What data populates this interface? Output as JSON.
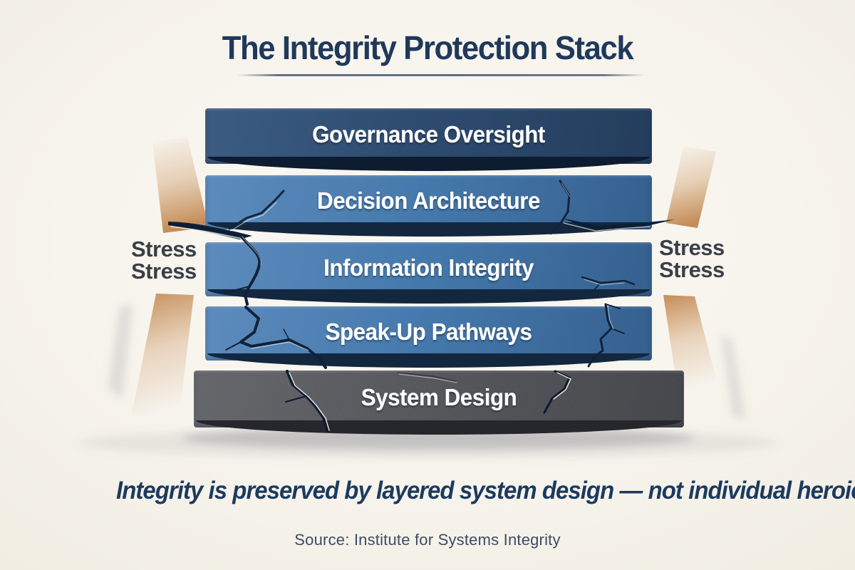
{
  "title": "The Integrity Protection Stack",
  "stack": {
    "bars": [
      {
        "label": "Governance Oversight",
        "color": "#2e4c70"
      },
      {
        "label": "Decision Architecture",
        "color": "#4579ac"
      },
      {
        "label": "Information Integrity",
        "color": "#4579ac"
      },
      {
        "label": "Speak-Up Pathways",
        "color": "#4579ac"
      },
      {
        "label": "System Design",
        "color": "#4c4d52"
      }
    ]
  },
  "stress": {
    "left": {
      "line1": "Stress",
      "line2": "Stress"
    },
    "right": {
      "line1": "Stress",
      "line2": "Stress"
    }
  },
  "tagline": "Integrity is preserved by layered system design — not individual heroics.",
  "source": "Source: Institute for Systems Integrity",
  "colors": {
    "background": "#f7f4ed",
    "title_navy": "#20395b",
    "bar_navy": "#2e4c70",
    "bar_blue": "#4579ac",
    "bar_gray": "#4c4d52",
    "crack_dark": "#0d1f35",
    "stress_text": "#3a3f47",
    "stress_beam_orange": "#c68a50",
    "tagline_navy": "#1c3a5e",
    "source_slate": "#3e4c63"
  }
}
